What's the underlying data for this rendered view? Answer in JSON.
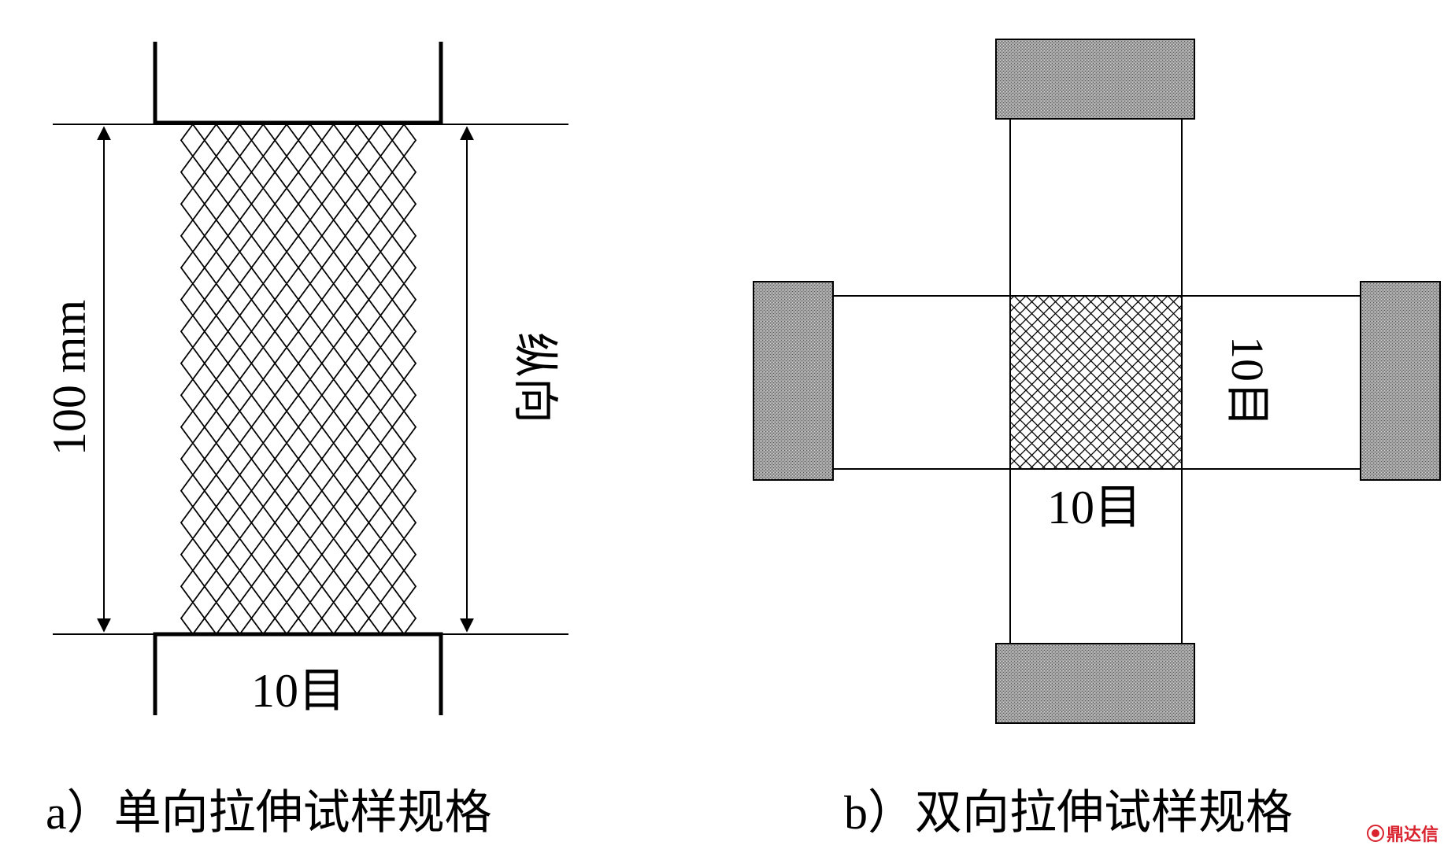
{
  "figure_a": {
    "height_label": "100 mm",
    "direction_label": "纵向",
    "mesh_label": "10目",
    "caption": "a）单向拉伸试样规格"
  },
  "figure_b": {
    "mesh_label_right": "10目",
    "mesh_label_bottom": "10目",
    "caption": "b）双向拉伸试样规格"
  },
  "watermark": {
    "text": "鼎达信",
    "color": "#d9232e"
  }
}
